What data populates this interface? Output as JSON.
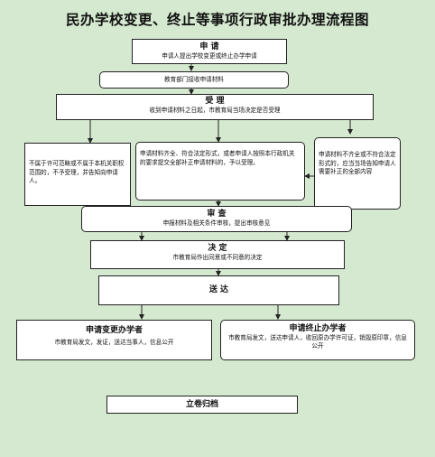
{
  "title": "民办学校变更、终止等事项行政审批办理流程图",
  "steps": {
    "apply": {
      "head": "申  请",
      "sub": "申请人提出学校变更或终止办学申请"
    },
    "receive": {
      "sub": "教育部门接收申请材料"
    },
    "accept": {
      "head": "受  理",
      "sub": "收到申请材料之日起，市教育局当场决定是否受理"
    },
    "reject": {
      "text": "不属于许可范畴或不属于本机关职权范围的，不予受理，并告知向申请人。"
    },
    "complete": {
      "text": "申请材料齐全、符合法定形式，或者申请人按照本行政机关的要求提交全部补正申请材料的，予以受理。"
    },
    "incomplete": {
      "text": "申请材料不齐全或不符合法定形式的，应当当场告知申请人需要补正的全部内容"
    },
    "review": {
      "head": "审  查",
      "sub": "申报材料及相关条件审核，提出审核意见"
    },
    "decide": {
      "head": "决  定",
      "sub": "市教育局作出同意或不同意的决定"
    },
    "deliver": {
      "head": "送  达"
    },
    "change": {
      "head": "申请变更办学者",
      "sub": "市教育局发文，发证，送达当事人，信息公开"
    },
    "terminate": {
      "head": "申请终止办学者",
      "sub": "市教育局发文，送达申请人，收回原办学许可证，销毁原印章，信息公开"
    },
    "archive": {
      "head": "立卷归档"
    }
  },
  "colors": {
    "background": "#d4e9cf",
    "box": "#ffffff",
    "line": "#222222"
  }
}
